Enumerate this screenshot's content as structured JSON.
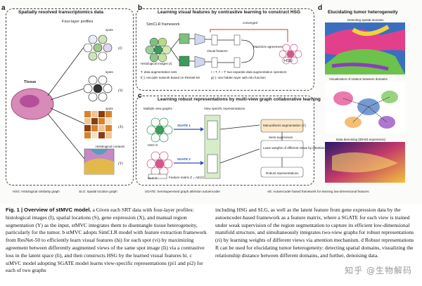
{
  "panels": {
    "a": {
      "label": "a",
      "title": "Spatially resolved transcriptomics data",
      "subtitle": "Four-layer profiles",
      "tissue": "Tissue",
      "layers": [
        "spots",
        "spots",
        "spots",
        "Histological contexts"
      ],
      "hsg_label": "HSG: Histological similarity graph",
      "slg_label": "SLG: Spatial location graph"
    },
    "b": {
      "label": "b",
      "title": "Learning visual features by contrastive learning to construct HSG",
      "framework": "SimCLR framework",
      "images": "Histological images (I)",
      "visual_features": "Visual features",
      "maximize": "Maximize agreement",
      "converged": "converged",
      "hsg": "HSG",
      "note1": "T: data augmentation sets",
      "note2": "f(·): encoder network based on ResNet-50",
      "note3": "t ~ T, t' ~ T: two separate data augmentation operators",
      "note4": "g(·): one hidden layer with relu function"
    },
    "c": {
      "label": "c",
      "title": "Learning robust representations by multi-view graph collaborative learning",
      "views": "Multiple view graphs",
      "view_specific": "View specific representations",
      "sgate1": "SGATE 1",
      "sgate2": "SGATE 2",
      "hsg_g": "HSG G",
      "slg_g": "SLG G",
      "feature": "Feature matrix Z = AE(X)",
      "manual": "Manual/semi segmentation (Y)",
      "semi": "Semi-supervision",
      "weights": "Learn weights of different views by attention",
      "robust": "Robust representations",
      "sgate_note": "SGATE: Semisupervised graph attention autoencoder",
      "ae_note": "AE: Autoencoder-based framework for learning low-dimensional features"
    },
    "d": {
      "label": "d",
      "title": "Elucidating tumor heterogeneity",
      "sub1": "Detecting spatial domains",
      "sub2": "Visualization of relation between domains",
      "sub3": "Data denoising (IDH03 expression)"
    }
  },
  "caption": {
    "lead": "Fig. 1 | Overview of stMVC model.",
    "left": " a Given each SRT data with four-layer profiles: histological images (I), spatial locations (S), gene expression (X), and manual region segmentation (Y) as the input, stMVC integrates them to disentangle tissue heterogeneity, particularly for the tumor. b stMVC adopts SimCLR model with feature extraction framework from ResNet-50 to efficiently learn visual features (hi) for each spot (vi) by maximizing agreement between differently augmented views of the same spot image (Ii) via a contrastive loss in the latent space (li), and then constructs HSG by the learned visual features hi. c stMVC model adopting SGATE model learns view-specific representations (pi1 and pi2) for each of two graphs",
    "right": "including HSG and SLG, as well as the latent feature from gene expression data by the autoencoder-based framework as a feature matrix, where a SGATE for each view is trained under weak supervision of the region segmentation to capture its efficient low-dimensional manifold structure, and simultaneously integrates two-view graphs for robust representations (ri) by learning weights of different views via attention mechanism. d Robust representations R can be used for elucidating tumor heterogeneity: detecting spatial domains, visualizing the relationship distance between different domains, and further, denoising data."
  },
  "watermark": "知乎 @生物解码",
  "colors": {
    "hsg_node": "#3c9a5a",
    "slg_node": "#d05a8a",
    "sgate": "#2a4fb5",
    "tissue_pink": "#d88ab8",
    "grid_orange": "#d9822b"
  }
}
